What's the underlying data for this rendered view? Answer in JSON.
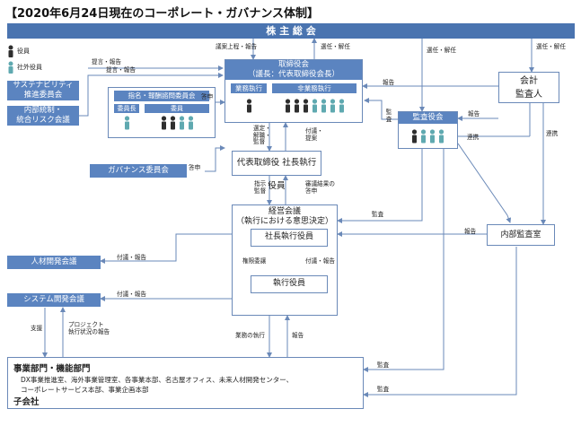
{
  "title": "【2020年6月24日現在のコーポレート・ガバナンス体制】",
  "shareholders": "株 主 総 会",
  "legend": {
    "officer": "役員",
    "external": "社外役員"
  },
  "sustainability": [
    "サステナビリティ",
    "推進委員会"
  ],
  "internal_control": [
    "内部統制・",
    "統合リスク会議"
  ],
  "nomination": {
    "title": "指名・報酬諮問委員会",
    "member": "委員長",
    "committee": "委員"
  },
  "governance_committee": "ガバナンス委員会",
  "board": {
    "title": [
      "取締役会",
      "（議長：代表取締役会長）"
    ],
    "executive": "業務執行",
    "non_executive": "非業務執行"
  },
  "audit_board": "監査役会",
  "accounting_auditor": [
    "会計",
    "監査人"
  ],
  "ceo": "代表取締役 社長執行役員",
  "management": {
    "title": [
      "経営会議",
      "（執行における意思決定）"
    ],
    "president": "社長執行役員",
    "officer": "執行役員"
  },
  "internal_audit": "内部監査室",
  "hr_meeting": "人材開発会議",
  "system_meeting": "システム開発会議",
  "divisions": {
    "title": "事業部門・機能部門",
    "line1": "DX事業推進室、海外事業管理室、各事業本部、名古屋オフィス、未来人材開発センター、",
    "line2": "コーポレートサービス本部、事業企画本部",
    "sub": "子会社"
  },
  "labels": {
    "proposal_report": "議案上程・報告",
    "elect_dismiss": "選任・解任",
    "submit_report": "提言・報告",
    "report": "報告",
    "consult": "答申",
    "audit": "監査",
    "cooperate": "連携",
    "select_dismiss_supervise": [
      "選定・",
      "解職・",
      "監督"
    ],
    "submit_propose": [
      "付議・",
      "提案"
    ],
    "instruct_supervise": [
      "指示・",
      "監督"
    ],
    "deliberation_result": [
      "審議結果の",
      "答申"
    ],
    "authority": "権限委譲",
    "submit_report2": "付議・報告",
    "support": "支援",
    "project_report": [
      "プロジェクト",
      "執行状況の報告"
    ],
    "business_exec": "業務の執行",
    "report2": "報告"
  },
  "colors": {
    "primary": "#4a74b0",
    "box": "#5b84c0",
    "officer": "#2e2e2e",
    "external": "#5fa9b0",
    "line": "#6a89b8"
  }
}
